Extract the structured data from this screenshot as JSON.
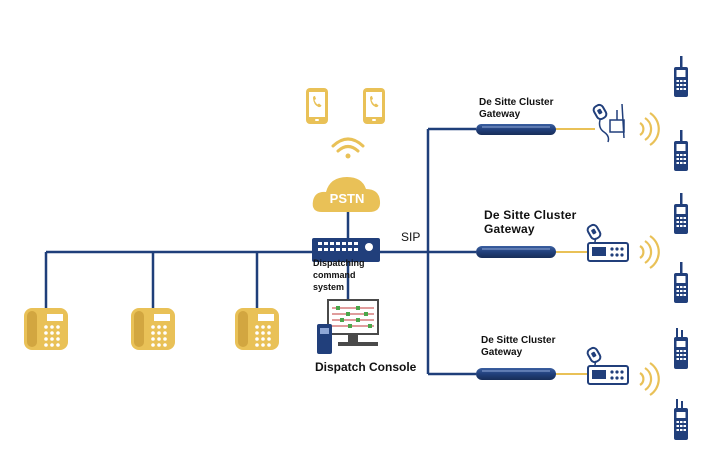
{
  "colors": {
    "line": "#1f3f7a",
    "gold": "#e9c157",
    "gold_dark": "#c99a2e",
    "navy": "#213f7b",
    "wifi": "#e9c157",
    "screen_bg": "#ffffff",
    "screen_border": "#4a4a4a"
  },
  "labels": {
    "pstn": "PSTN",
    "sip": "SIP",
    "dispatching_line1": "Dispatching",
    "dispatching_line2": "command",
    "dispatching_line3": "system",
    "dispatch_console": "Dispatch Console",
    "gateway_top_line1": "De Sitte Cluster",
    "gateway_top_line2": "Gateway",
    "gateway_mid_line1": "De Sitte Cluster",
    "gateway_mid_line2": "Gateway",
    "gateway_bot_line1": "De Sitte Cluster",
    "gateway_bot_line2": "Gateway"
  },
  "icons": {
    "mobile_phones": [
      "mobile-phone-icon",
      "mobile-phone-icon"
    ],
    "wifi": "wifi-icon",
    "cloud": "cloud-icon",
    "desk_phones": [
      "desk-phone-icon",
      "desk-phone-icon",
      "desk-phone-icon"
    ],
    "handheld_radios": [
      "radio-icon",
      "radio-icon",
      "radio-icon",
      "radio-icon",
      "radio-icon",
      "radio-icon"
    ],
    "monitor": "monitor-icon",
    "switch": "switch-icon"
  }
}
